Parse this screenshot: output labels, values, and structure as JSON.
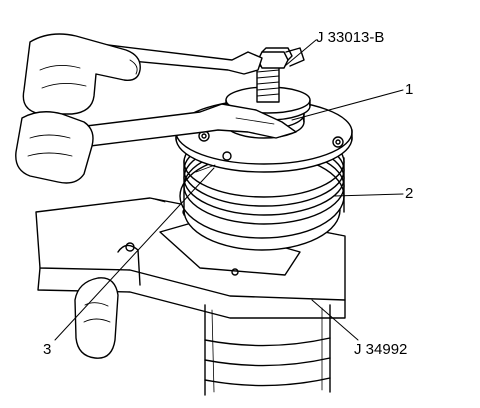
{
  "callouts": {
    "tool_top": "J 33013-B",
    "item_1": "1",
    "item_2": "2",
    "item_3": "3",
    "tool_bottom": "J 34992"
  },
  "colors": {
    "line": "#000000",
    "fill": "#ffffff",
    "shade": "#d9d9d9"
  }
}
